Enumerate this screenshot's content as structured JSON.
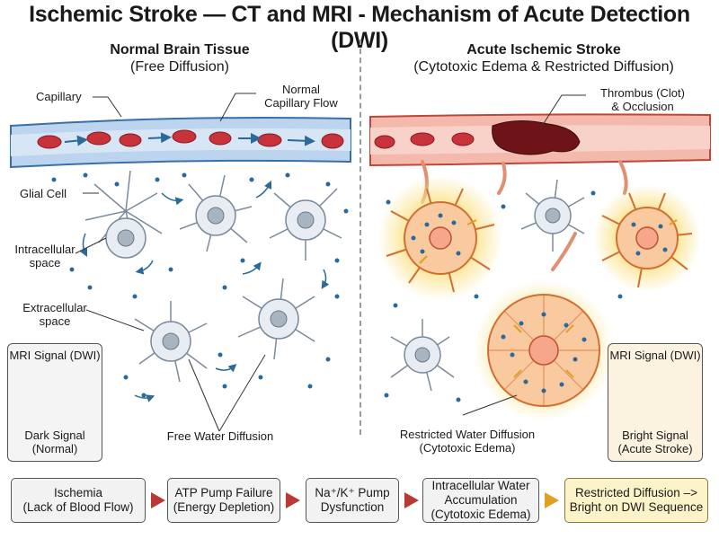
{
  "title": "Ischemic Stroke — CT and MRI - Mechanism of Acute Detection (DWI)",
  "left_panel": {
    "heading": "Normal Brain Tissue",
    "subheading": "(Free Diffusion)",
    "labels": {
      "capillary": "Capillary",
      "normal_flow_1": "Normal",
      "normal_flow_2": "Capillary Flow",
      "glial_cell": "Glial Cell",
      "intracellular_1": "Intracellular",
      "intracellular_2": "space",
      "extracellular_1": "Extracellular",
      "extracellular_2": "space",
      "free_water": "Free Water Diffusion"
    },
    "signal_box": {
      "header": "MRI Signal (DWI)",
      "footer_1": "Dark Signal",
      "footer_2": "(Normal)"
    }
  },
  "right_panel": {
    "heading": "Acute Ischemic Stroke",
    "subheading": "(Cytotoxic Edema & Restricted Diffusion)",
    "labels": {
      "thrombus_1": "Thrombus (Clot)",
      "thrombus_2": "& Occlusion",
      "restricted_1": "Restricted Water Diffusion",
      "restricted_2": "(Cytotoxic Edema)"
    },
    "signal_box": {
      "header": "MRI Signal (DWI)",
      "footer_1": "Bright Signal",
      "footer_2": "(Acute Stroke)"
    }
  },
  "flow": [
    {
      "line1": "Ischemia",
      "line2": "(Lack of Blood Flow)"
    },
    {
      "line1": "ATP Pump Failure",
      "line2": "(Energy Depletion)"
    },
    {
      "line1": "Na⁺/K⁺ Pump",
      "line2": "Dysfunction"
    },
    {
      "line1": "Intracellular Water",
      "line2": "Accumulation",
      "line3": "(Cytotoxic Edema)"
    },
    {
      "line1": "Restricted Diffusion –>",
      "line2": "Bright on DWI Sequence"
    }
  ],
  "colors": {
    "vessel_normal": "#bcd4ee",
    "vessel_stroke": "#f3b9ad",
    "rbc": "#c8323a",
    "clot": "#6e1418",
    "glial_normal": "#e8edf3",
    "glial_swollen": "#f9c9a0",
    "dot": "#2a6a9a",
    "flow_arrow": "#b83a32",
    "final_arrow": "#e0a020"
  }
}
